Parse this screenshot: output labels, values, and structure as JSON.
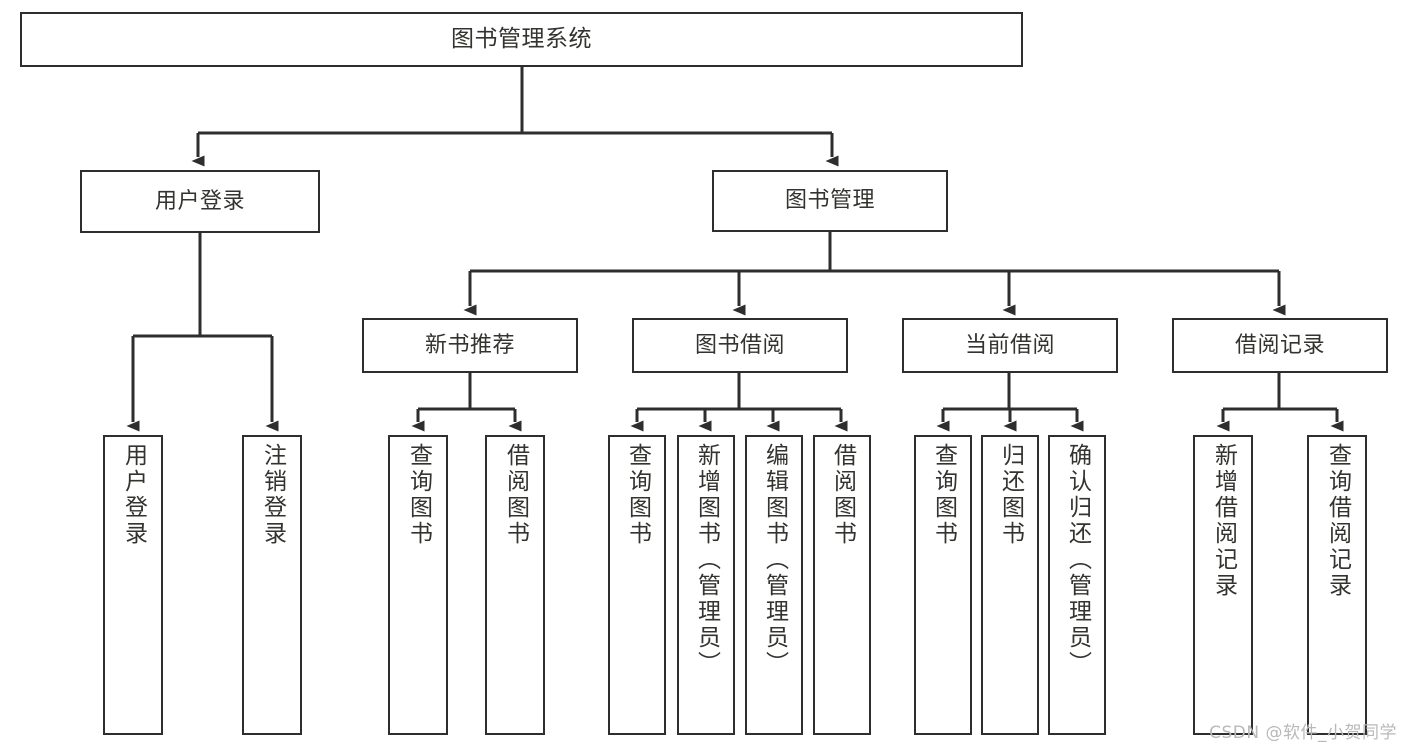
{
  "diagram": {
    "title": "图书管理系统",
    "type": "tree-hierarchy",
    "watermark": "CSDN @软件_小贺同学",
    "colors": {
      "background": "#ffffff",
      "box_border": "#2e2e2e",
      "box_fill": "#ffffff",
      "text": "#33332f",
      "edge": "#2e2e2e",
      "watermark": "#b9b9b9"
    },
    "root": {
      "id": "root",
      "label": "图书管理系统"
    },
    "level1": [
      {
        "id": "user-login",
        "label": "用户登录"
      },
      {
        "id": "book-manage",
        "label": "图书管理"
      }
    ],
    "level2": [
      {
        "id": "new-book-recommend",
        "label": "新书推荐",
        "parent": "book-manage"
      },
      {
        "id": "book-borrow",
        "label": "图书借阅",
        "parent": "book-manage"
      },
      {
        "id": "current-borrow",
        "label": "当前借阅",
        "parent": "book-manage"
      },
      {
        "id": "borrow-record",
        "label": "借阅记录",
        "parent": "book-manage"
      }
    ],
    "leaves": [
      {
        "id": "leaf-user-login",
        "label": "用户登录",
        "parent": "user-login"
      },
      {
        "id": "leaf-user-logout",
        "label": "注销登录",
        "parent": "user-login"
      },
      {
        "id": "leaf-query-book-1",
        "label": "查询图书",
        "parent": "new-book-recommend"
      },
      {
        "id": "leaf-borrow-book-1",
        "label": "借阅图书",
        "parent": "new-book-recommend"
      },
      {
        "id": "leaf-query-book-2",
        "label": "查询图书",
        "parent": "book-borrow"
      },
      {
        "id": "leaf-add-book",
        "label": "新增图书（管理员）",
        "parent": "book-borrow"
      },
      {
        "id": "leaf-edit-book",
        "label": "编辑图书（管理员）",
        "parent": "book-borrow"
      },
      {
        "id": "leaf-borrow-book-2",
        "label": "借阅图书",
        "parent": "book-borrow"
      },
      {
        "id": "leaf-query-book-3",
        "label": "查询图书",
        "parent": "current-borrow"
      },
      {
        "id": "leaf-return-book",
        "label": "归还图书",
        "parent": "current-borrow"
      },
      {
        "id": "leaf-confirm-return",
        "label": "确认归还（管理员）",
        "parent": "current-borrow"
      },
      {
        "id": "leaf-add-record",
        "label": "新增借阅记录",
        "parent": "borrow-record"
      },
      {
        "id": "leaf-query-record",
        "label": "查询借阅记录",
        "parent": "borrow-record"
      }
    ]
  }
}
